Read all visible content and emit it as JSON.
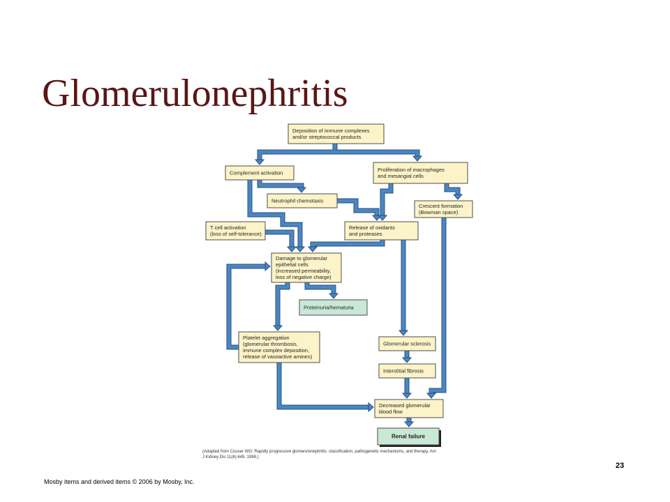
{
  "slide": {
    "title": "Glomerulonephritis",
    "citation_line1": "(Adapted from Couser WG: Rapidly progressive glomerulonephritis: classification, pathogenetic mechanisms, and therapy, Am",
    "citation_line2": "J Kidney Dis 11(6):449, 1988.)",
    "page_number": "23",
    "copyright": "Mosby items and derived items © 2006 by Mosby, Inc."
  },
  "colors": {
    "title": "#5a1616",
    "box_fill": "#fcf3c8",
    "box_fill_outcome": "#c9e8d6",
    "arrow": "#4a86c2"
  },
  "nodes": {
    "deposition": [
      "Deposition of immune complexes",
      "and/or streptococcal products"
    ],
    "complement": [
      "Complement activation"
    ],
    "proliferation": [
      "Proliferation of macrophages",
      "and mesangial cells"
    ],
    "neutrophil": [
      "Neutrophil chemotaxis"
    ],
    "crescent": [
      "Crescent formation",
      "(Bowman space)"
    ],
    "tcell": [
      "T cell activation",
      "(loss of self-tolerance)"
    ],
    "oxidants": [
      "Release of oxidants",
      "and proteases"
    ],
    "damage": [
      "Damage to glomerular",
      "epithelial cells",
      "(increased permeability,",
      "loss of negative charge)"
    ],
    "proteinuria": [
      "Proteinuria/hematuria"
    ],
    "platelet": [
      "Platelet aggregation",
      "(glomerular thrombosis,",
      "immune complex deposition,",
      "release of vasoactive amines)"
    ],
    "sclerosis": [
      "Glomerular sclerosis"
    ],
    "fibrosis": [
      "Interstitial fibrosis"
    ],
    "decreased_flow": [
      "Decreased glomerular",
      "blood flow"
    ],
    "renal_failure": [
      "Renal failure"
    ]
  }
}
